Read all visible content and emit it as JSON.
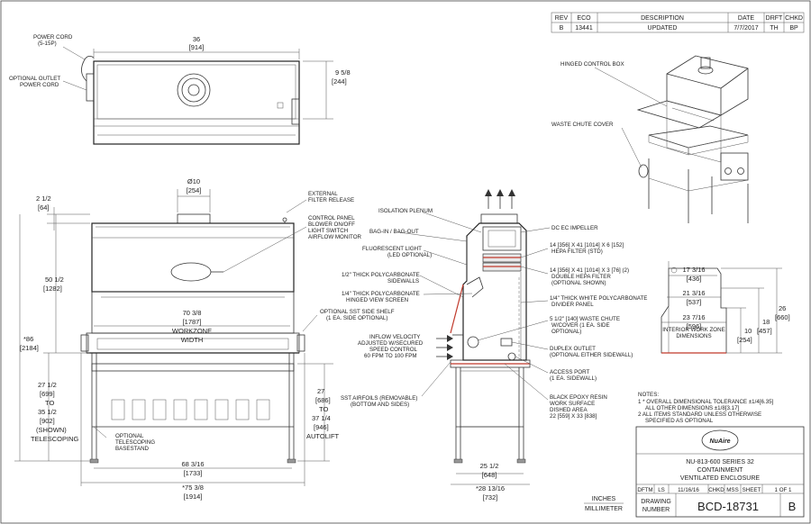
{
  "revision_table": {
    "headers": [
      "REV",
      "ECO",
      "DESCRIPTION",
      "DATE",
      "DRFT",
      "CHKD"
    ],
    "row": [
      "B",
      "13441",
      "UPDATED",
      "7/7/2017",
      "TH",
      "BP"
    ]
  },
  "callouts": {
    "power_cord": "POWER CORD",
    "power_cord_spec": "(5-15P)",
    "optional_outlet": "OPTIONAL OUTLET",
    "optional_outlet_2": "POWER CORD",
    "external_filter_release": "EXTERNAL",
    "external_filter_release_2": "FILTER RELEASE",
    "control_panel": "CONTROL PANEL",
    "control_panel_2": "BLOWER ON/OFF",
    "control_panel_3": "LIGHT SWITCH",
    "control_panel_4": "AIRFLOW MONITOR",
    "optional_shelf": "OPTIONAL SST SIDE SHELF",
    "optional_shelf_2": "(1 EA. SIDE OPTIONAL)",
    "telescoping_basestand": "OPTIONAL",
    "telescoping_basestand_2": "TELESCOPING",
    "telescoping_basestand_3": "BASESTAND",
    "isolation_plenum": "ISOLATION PLENUM",
    "bag_in_out": "BAG-IN / BAG-OUT",
    "fluorescent_light": "FLUORESCENT LIGHT",
    "fluorescent_light_2": "(LED OPTIONAL)",
    "polycarbonate_sidewalls": "1/2\" THICK POLYCARBONATE",
    "polycarbonate_sidewalls_2": "SIDEWALLS",
    "hinged_view_screen": "1/4\" THICK POLYCARBONATE",
    "hinged_view_screen_2": "HINGED VIEW SCREEN",
    "inflow_velocity": "INFLOW VELOCITY",
    "inflow_velocity_2": "ADJUSTED W/SECURED",
    "inflow_velocity_3": "SPEED CONTROL",
    "inflow_velocity_4": "60 FPM TO 100 FPM",
    "sst_airfoils": "SST AIRFOILS (REMOVABLE)",
    "sst_airfoils_2": "(BOTTOM AND SIDES)",
    "dc_ec_impeller": "DC EC IMPELLER",
    "hepa_std": "14 [356] X 41 [1014] X 6 [152]",
    "hepa_std_2": "HEPA FILTER (STD)",
    "hepa_double": "14 [356] X 41 [1014] X 3 [76] (2)",
    "hepa_double_2": "DOUBLE HEPA FILTER",
    "hepa_double_3": "(OPTIONAL SHOWN)",
    "divider_panel": "1/4\" THICK WHITE POLYCARBONATE",
    "divider_panel_2": "DIVIDER PANEL",
    "waste_chute": "5 1/2\" [140] WASTE CHUTE",
    "waste_chute_2": "W/COVER (1 EA. SIDE",
    "waste_chute_3": "OPTIONAL)",
    "duplex_outlet": "DUPLEX OUTLET",
    "duplex_outlet_2": "(OPTIONAL EITHER SIDEWALL)",
    "access_port": "ACCESS PORT",
    "access_port_2": "(1 EA. SIDEWALL)",
    "epoxy_resin": "BLACK EPOXY RESIN",
    "epoxy_resin_2": "WORK SURFACE",
    "epoxy_resin_3": "DISHED AREA",
    "epoxy_resin_4": "22 [559] X 33 [838]",
    "hinged_control_box": "HINGED CONTROL BOX",
    "waste_chute_cover": "WASTE CHUTE COVER",
    "interior_zone": "INTERIOR WORK ZONE",
    "interior_zone_2": "DIMENSIONS",
    "workzone": "WORKZONE",
    "workzone_2": "WIDTH"
  },
  "dimensions": {
    "top_width": "36",
    "top_width_mm": "[914]",
    "top_depth": "9 5/8",
    "top_depth_mm": "[244]",
    "collar_dia": "Ø10",
    "collar_dia_mm": "[254]",
    "side_offset": "2 1/2",
    "side_offset_mm": "[64]",
    "upper_height": "50 1/2",
    "upper_height_mm": "[1282]",
    "overall_height": "*86",
    "overall_height_mm": "[2184]",
    "workzone_width": "70 3/8",
    "workzone_width_mm": "[1787]",
    "stand_height_a": "27 1/2",
    "stand_height_a_mm": "[699]",
    "stand_to": "TO",
    "stand_height_b": "35 1/2",
    "stand_height_b_mm": "[902]",
    "stand_shown": "(SHOWN)",
    "stand_telescoping": "TELESCOPING",
    "autolift_a": "27",
    "autolift_a_mm": "[686]",
    "autolift_to": "TO",
    "autolift_b": "37 1/4",
    "autolift_b_mm": "[946]",
    "autolift_label": "AUTOLIFT",
    "base_width": "68 3/16",
    "base_width_mm": "[1733]",
    "overall_width": "*75 3/8",
    "overall_width_mm": "[1914]",
    "side_depth": "25 1/2",
    "side_depth_mm": "[648]",
    "side_overall_depth": "*28 13/16",
    "side_overall_depth_mm": "[732]",
    "int_depth_a": "17 3/16",
    "int_depth_a_mm": "[436]",
    "int_depth_b": "21 3/16",
    "int_depth_b_mm": "[537]",
    "int_depth_c": "23 7/16",
    "int_depth_c_mm": "[596]",
    "int_h_10": "10",
    "int_h_10_mm": "[254]",
    "int_h_18": "18",
    "int_h_18_mm": "[457]",
    "int_h_26": "26",
    "int_h_26_mm": "[660]"
  },
  "notes": {
    "title": "NOTES:",
    "n1": "1  * OVERALL DIMENSIONAL TOLERANCE ±1/4[6.35]",
    "n1b": "ALL OTHER DIMENSIONS ±1/8[3.17]",
    "n2": "2   ALL ITEMS STANDARD UNLESS OTHERWISE",
    "n2b": "SPECIFIED AS OPTIONAL"
  },
  "units": {
    "inches": "INCHES",
    "millimeter": "MILLIMETER"
  },
  "logo_text": "NuAire",
  "title_block": {
    "title_1": "NU-813-600 SERIES 32",
    "title_2": "CONTAINMENT",
    "title_3": "VENTILATED ENCLOSURE",
    "dftm_label": "DFTM",
    "dftm_value": "LS",
    "date": "11/16/16",
    "chkd_label": "CHKD",
    "chkd_value": "MSS",
    "sheet_label": "SHEET",
    "sheet_value": "1 OF 1",
    "drawing_label": "DRAWING",
    "number_label": "NUMBER",
    "drawing_number": "BCD-18731",
    "revision": "B"
  }
}
